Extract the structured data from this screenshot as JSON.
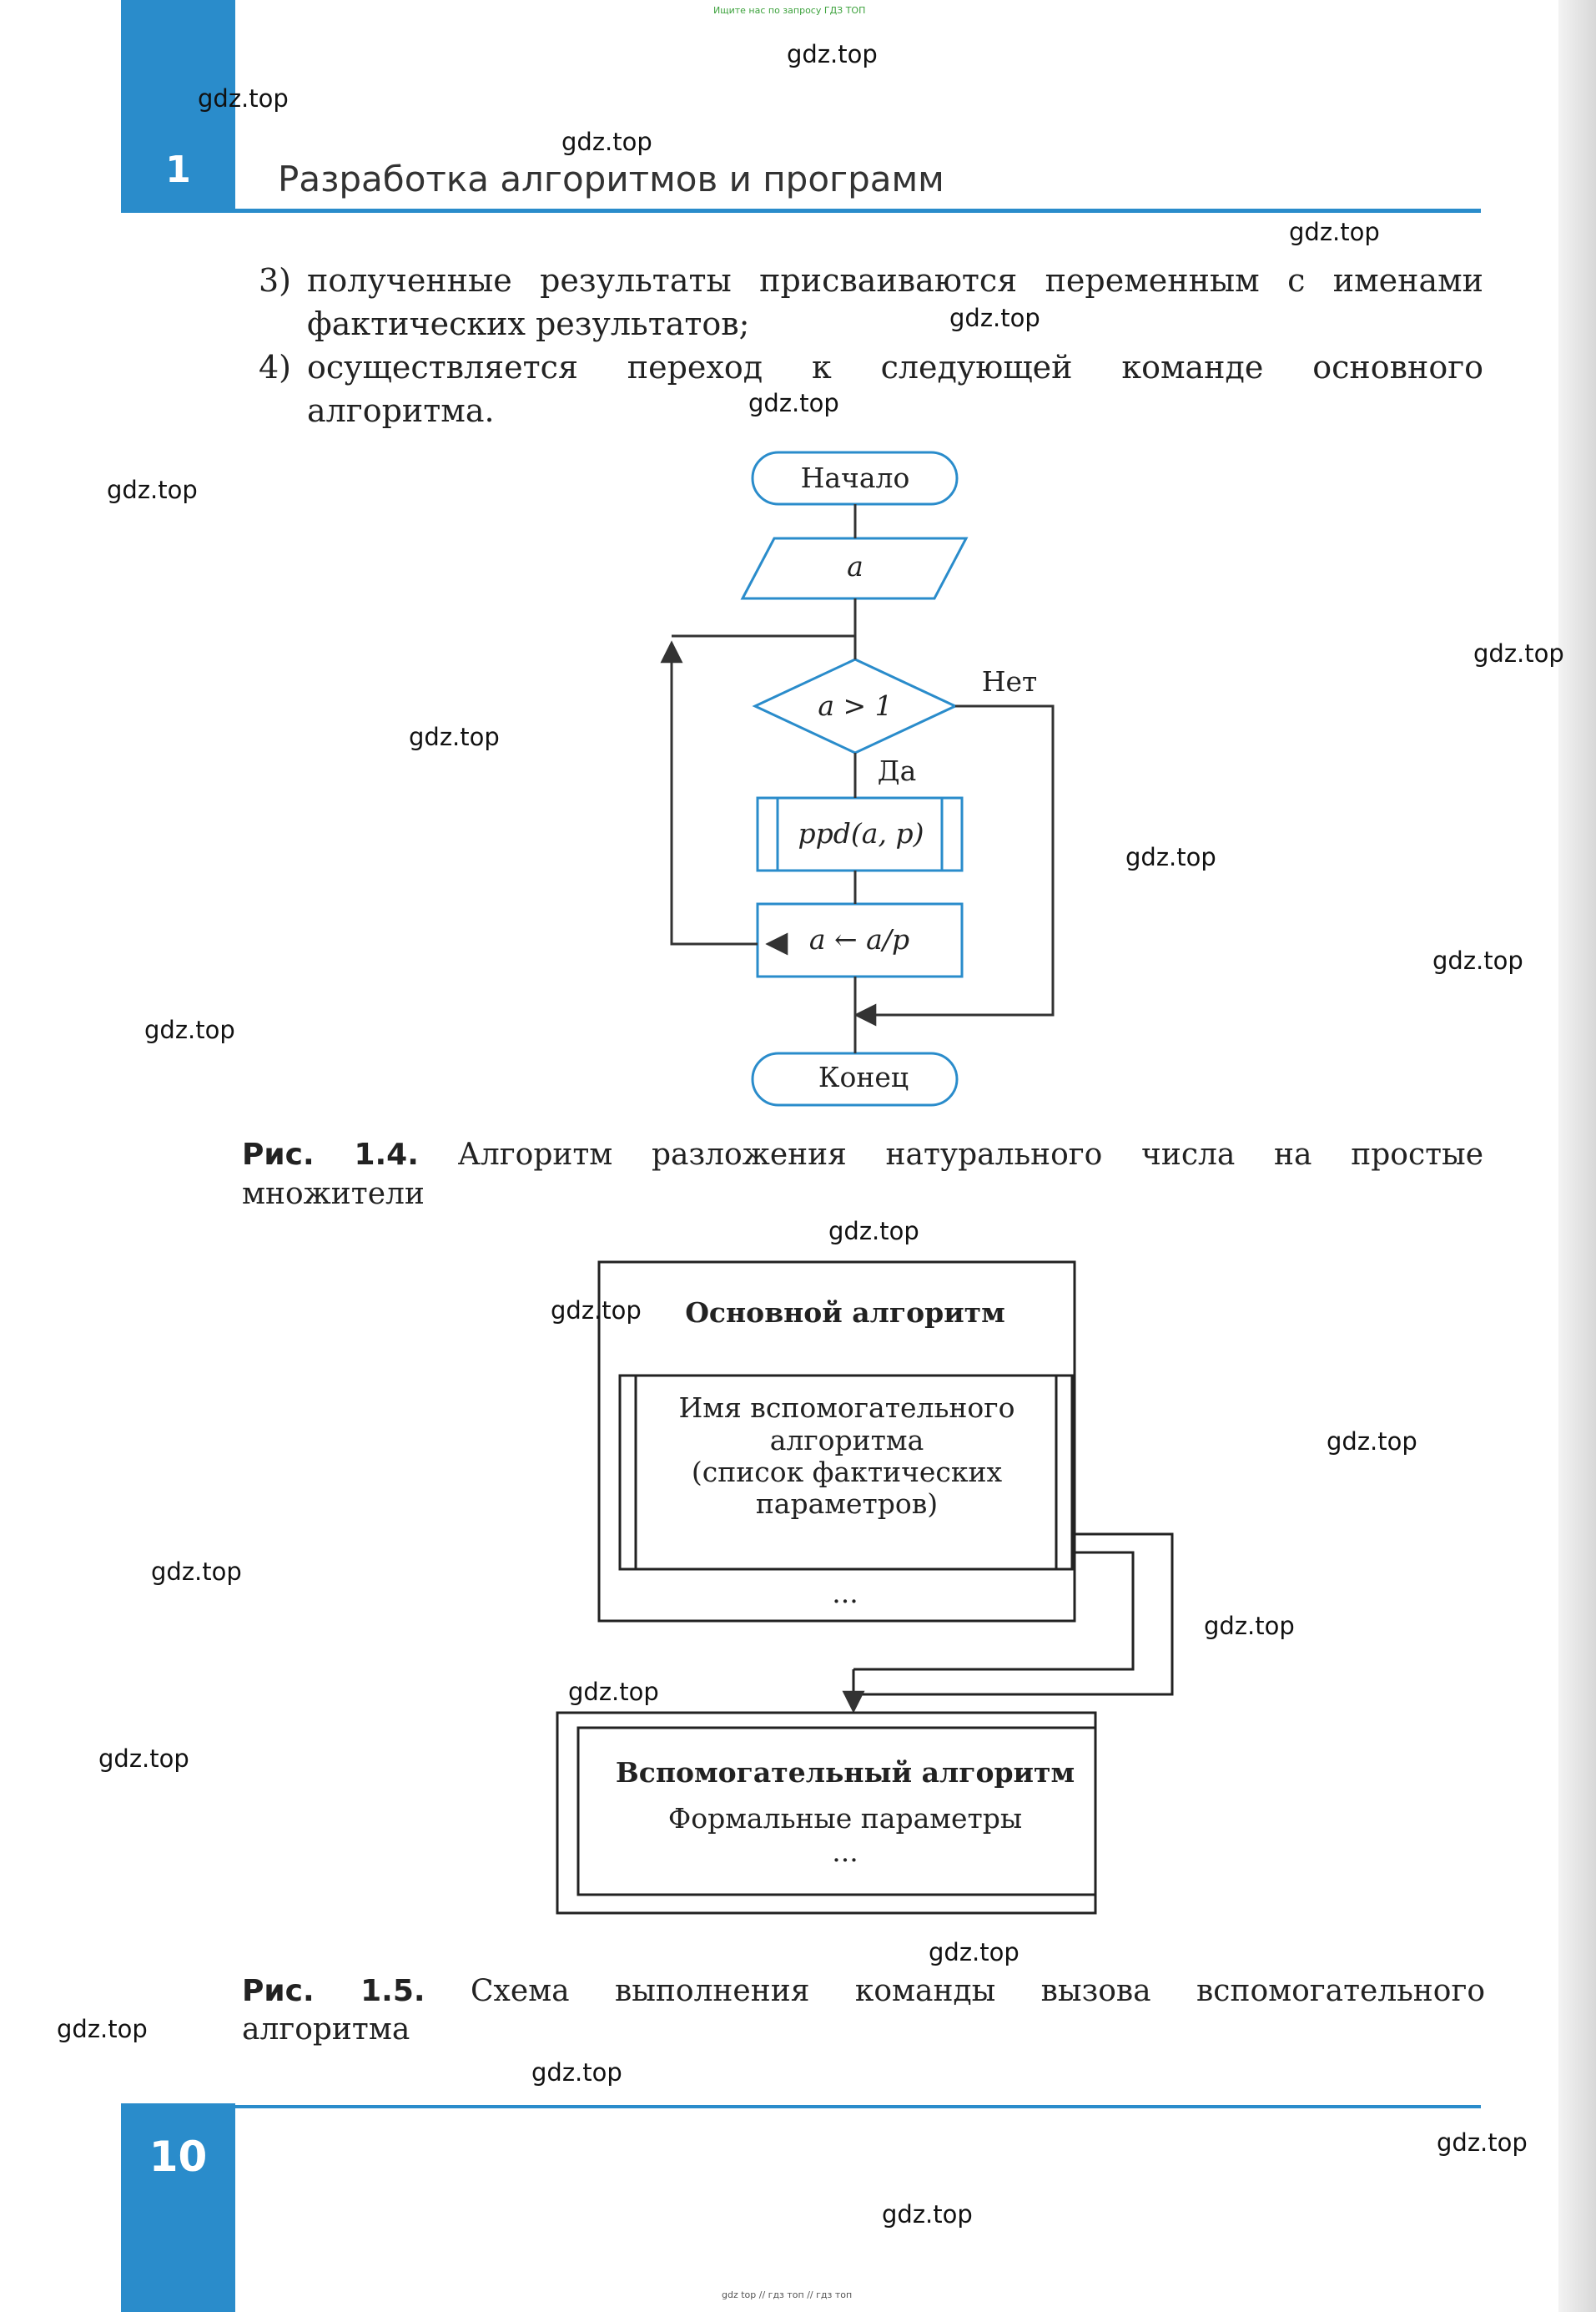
{
  "header": {
    "chapter_number": "1",
    "chapter_title": "Разработка алгоритмов и программ",
    "top_note": "Ищите нас по запросу ГДЗ ТОП"
  },
  "list": {
    "item3_num": "3)",
    "item3_line1": "полученные результаты присваиваются переменным с именами",
    "item3_line2": "фактических результатов;",
    "item4_num": "4)",
    "item4_line1": "осуществляется переход к следующей команде основного",
    "item4_line2": "алгоритма."
  },
  "figure_1_4": {
    "start": "Начало",
    "input": "a",
    "condition": "a > 1",
    "no_label": "Нет",
    "yes_label": "Да",
    "call": "ppd(a, p)",
    "assign": "a ← a/p",
    "end": "Конец",
    "caption_label": "Рис. 1.4.",
    "caption_text": "Алгоритм разложения натурального числа на простые",
    "caption_text2": "множители"
  },
  "figure_1_5": {
    "main_title": "Основной алгоритм",
    "aux_name_1": "Имя вспомогательного",
    "aux_name_2": "алгоритма",
    "aux_name_3": "(список фактических",
    "aux_name_4": "параметров)",
    "ellipsis_1": "...",
    "aux_title": "Вспомогательный алгоритм",
    "formal_params": "Формальные параметры",
    "ellipsis_2": "...",
    "caption_label": "Рис. 1.5.",
    "caption_text": "Схема выполнения команды вызова вспомогательного",
    "caption_text2": "алгоритма"
  },
  "footer": {
    "page_number": "10",
    "bottom_note": "gdz top // гдз топ // гдз топ"
  },
  "watermarks": [
    "gdz.top"
  ],
  "colors": {
    "accent_blue": "#2a8ccb"
  }
}
